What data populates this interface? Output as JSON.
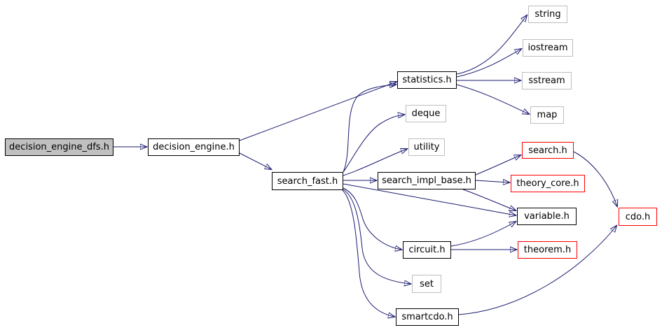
{
  "diagram": {
    "kind": "doxygen-include-dependency-graph",
    "colors": {
      "background": "#ffffff",
      "edge": "#191970",
      "internal_node_border": "#000000",
      "system_node_border": "#bebebe",
      "external_node_border": "#ff0000",
      "root_node_fill": "#c0c0c0",
      "node_text": "#000000"
    },
    "nodes": [
      {
        "id": "decision_engine_dfs_h",
        "label": "decision_engine_dfs.h",
        "kind": "root"
      },
      {
        "id": "decision_engine_h",
        "label": "decision_engine.h",
        "kind": "internal"
      },
      {
        "id": "search_fast_h",
        "label": "search_fast.h",
        "kind": "internal"
      },
      {
        "id": "statistics_h",
        "label": "statistics.h",
        "kind": "internal"
      },
      {
        "id": "string",
        "label": "string",
        "kind": "system"
      },
      {
        "id": "iostream",
        "label": "iostream",
        "kind": "system"
      },
      {
        "id": "sstream",
        "label": "sstream",
        "kind": "system"
      },
      {
        "id": "map",
        "label": "map",
        "kind": "system"
      },
      {
        "id": "deque",
        "label": "deque",
        "kind": "system"
      },
      {
        "id": "utility",
        "label": "utility",
        "kind": "system"
      },
      {
        "id": "search_impl_base_h",
        "label": "search_impl_base.h",
        "kind": "internal"
      },
      {
        "id": "search_h",
        "label": "search.h",
        "kind": "external"
      },
      {
        "id": "theory_core_h",
        "label": "theory_core.h",
        "kind": "external"
      },
      {
        "id": "variable_h",
        "label": "variable.h",
        "kind": "internal"
      },
      {
        "id": "cdo_h",
        "label": "cdo.h",
        "kind": "external"
      },
      {
        "id": "circuit_h",
        "label": "circuit.h",
        "kind": "internal"
      },
      {
        "id": "theorem_h",
        "label": "theorem.h",
        "kind": "external"
      },
      {
        "id": "set",
        "label": "set",
        "kind": "system"
      },
      {
        "id": "smartcdo_h",
        "label": "smartcdo.h",
        "kind": "internal"
      }
    ],
    "edges": [
      {
        "from": "decision_engine_dfs.h",
        "to": "decision_engine.h"
      },
      {
        "from": "decision_engine.h",
        "to": "statistics.h"
      },
      {
        "from": "decision_engine.h",
        "to": "search_fast.h"
      },
      {
        "from": "statistics.h",
        "to": "string"
      },
      {
        "from": "statistics.h",
        "to": "iostream"
      },
      {
        "from": "statistics.h",
        "to": "sstream"
      },
      {
        "from": "statistics.h",
        "to": "map"
      },
      {
        "from": "search_fast.h",
        "to": "statistics.h"
      },
      {
        "from": "search_fast.h",
        "to": "deque"
      },
      {
        "from": "search_fast.h",
        "to": "utility"
      },
      {
        "from": "search_fast.h",
        "to": "search_impl_base.h"
      },
      {
        "from": "search_fast.h",
        "to": "variable.h"
      },
      {
        "from": "search_fast.h",
        "to": "circuit.h"
      },
      {
        "from": "search_fast.h",
        "to": "set"
      },
      {
        "from": "search_fast.h",
        "to": "smartcdo.h"
      },
      {
        "from": "search_impl_base.h",
        "to": "search.h"
      },
      {
        "from": "search_impl_base.h",
        "to": "theory_core.h"
      },
      {
        "from": "search_impl_base.h",
        "to": "variable.h"
      },
      {
        "from": "circuit.h",
        "to": "variable.h"
      },
      {
        "from": "circuit.h",
        "to": "theorem.h"
      },
      {
        "from": "search.h",
        "to": "cdo.h"
      },
      {
        "from": "smartcdo.h",
        "to": "cdo.h"
      }
    ]
  }
}
